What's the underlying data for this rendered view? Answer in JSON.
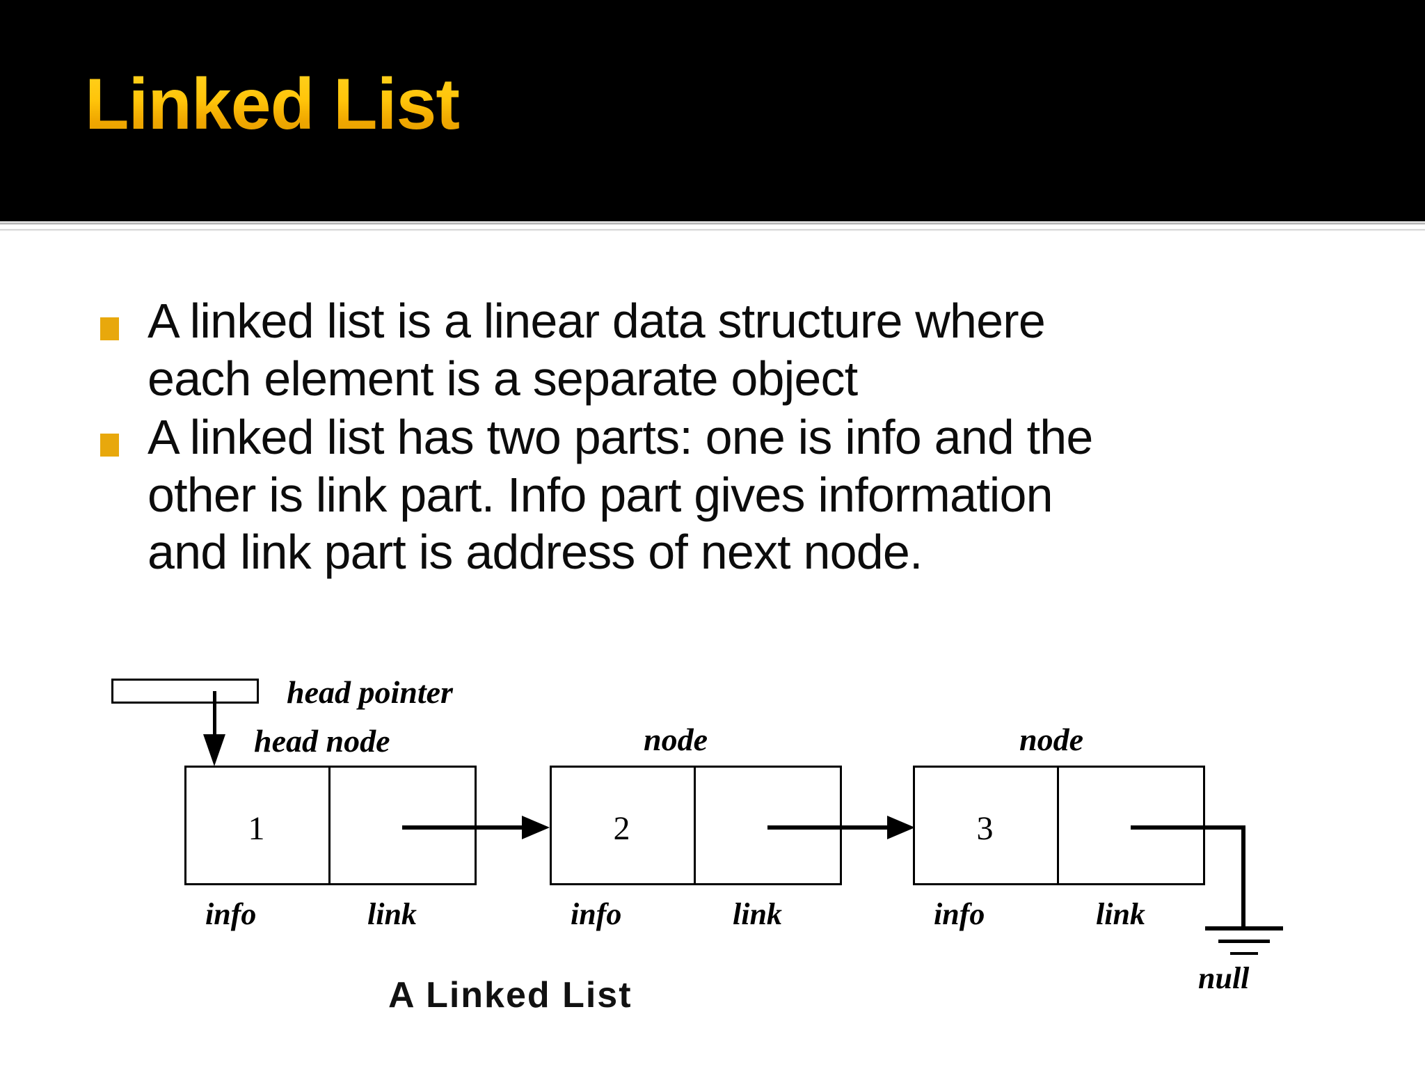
{
  "slide": {
    "title": "Linked List",
    "title_color": "#FFC40A",
    "banner_color": "#000000",
    "background_color": "#FFFFFF",
    "bullet_marker_color": "#E8A80C"
  },
  "bullets": [
    {
      "text": "A linked list is a linear data structure where each element is a separate object"
    },
    {
      "text": "A linked list has two parts: one is info and the other is link part. Info part gives information and link part is address of next node."
    }
  ],
  "diagram": {
    "caption": "A Linked List",
    "head_pointer_label": "head pointer",
    "head_node_label": "head node",
    "node_label": "node",
    "info_label": "info",
    "link_label": "link",
    "null_label": "null",
    "nodes": [
      {
        "caption": "head node",
        "info": "1",
        "link_target": "2"
      },
      {
        "caption": "node",
        "info": "2",
        "link_target": "3"
      },
      {
        "caption": "node",
        "info": "3",
        "link_target": "null"
      }
    ]
  }
}
